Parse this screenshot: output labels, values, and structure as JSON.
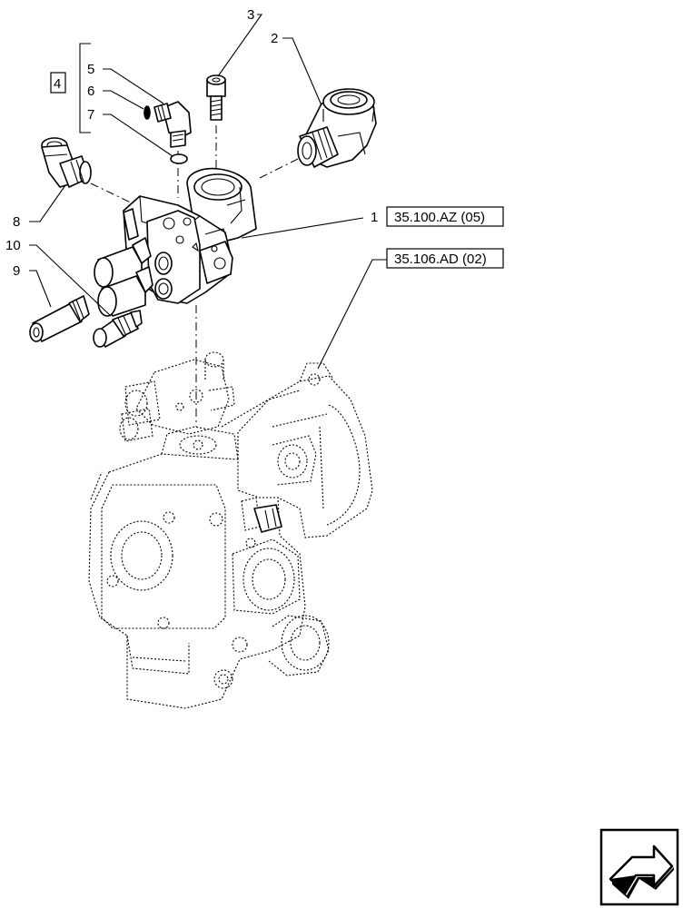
{
  "callouts": {
    "c1": "1",
    "c2": "2",
    "c3": "3",
    "c4": "4",
    "c5": "5",
    "c6": "6",
    "c7": "7",
    "c8": "8",
    "c9": "9",
    "c10": "10"
  },
  "references": {
    "valve_ref": "35.100.AZ (05)",
    "pump_ref": "35.106.AD (02)"
  },
  "nav": {
    "icon": "next-page-arrow-icon"
  }
}
